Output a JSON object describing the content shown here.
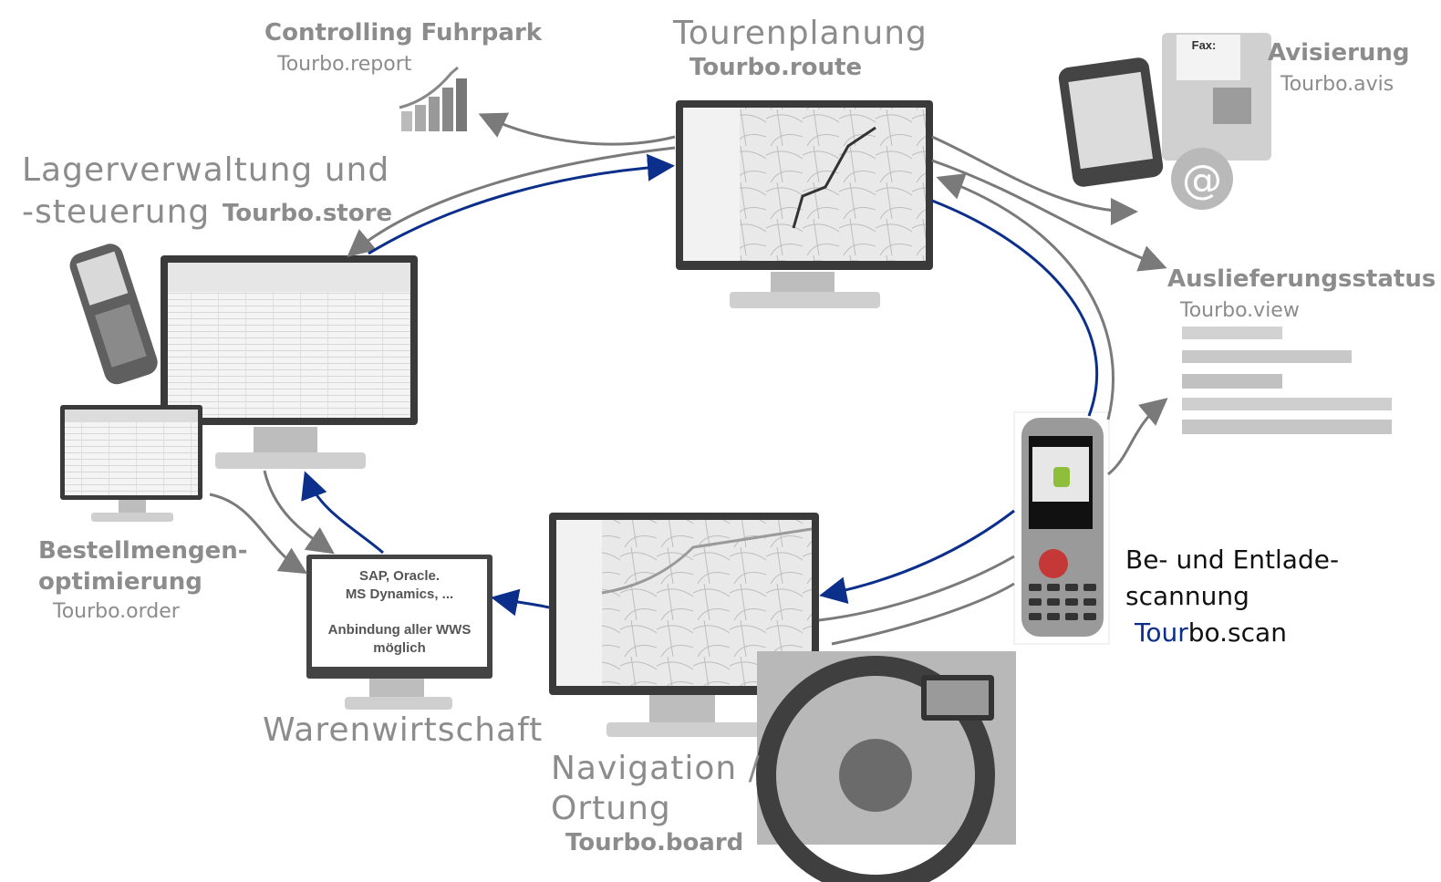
{
  "labels": {
    "controlling_title": "Controlling Fuhrpark",
    "controlling_product": "Tourbo.report",
    "tourenplanung_title": "Tourenplanung",
    "tourenplanung_product": "Tourbo.route",
    "avisierung_title": "Avisierung",
    "avisierung_product": "Tourbo.avis",
    "lager_title_line1": "Lagerverwaltung und",
    "lager_title_line2": "-steuerung",
    "lager_product": "Tourbo.store",
    "auslieferung_title": "Auslieferungsstatus",
    "auslieferung_product": "Tourbo.view",
    "bestell_title_line1": "Bestellmengen-",
    "bestell_title_line2": "optimierung",
    "bestell_product": "Tourbo.order",
    "scan_title_line1": "Be- und Entlade-",
    "scan_title_line2": "scannung",
    "scan_product_prefix": "Tour",
    "scan_product_suffix": "bo.scan",
    "waren_title": "Warenwirtschaft",
    "nav_title_line1": "Navigation /",
    "nav_title_line2": "Ortung",
    "nav_product": "Tourbo.board"
  },
  "erp_monitor": {
    "line1": "SAP, Oracle.",
    "line2": "MS Dynamics, ...",
    "line3": "Anbindung aller WWS",
    "line4": "möglich"
  },
  "fax": {
    "title": "Fax:"
  },
  "colors": {
    "gray_arrow": "#7a7a7a",
    "blue_arrow": "#0b2f8a",
    "label_gray": "#8c8c8c",
    "scan_dark": "#111111",
    "scan_blue": "#0b2f8a"
  }
}
